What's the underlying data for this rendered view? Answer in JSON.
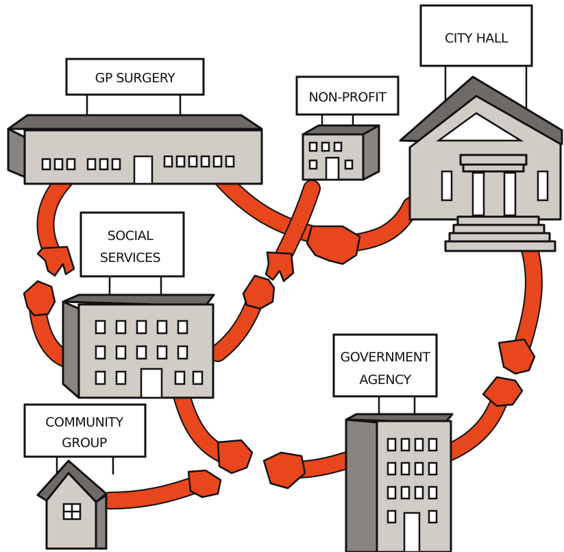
{
  "nodes": {
    "gp_surgery": "GP SURGERY",
    "non_profit": "NON-PROFIT",
    "city_hall": "CITY HALL",
    "social_services": [
      "SOCIAL",
      "SERVICES"
    ],
    "government_agency": [
      "GOVERNMENT",
      "AGENCY"
    ],
    "community_group": [
      "COMMUNITY",
      "GROUP"
    ]
  },
  "colors": {
    "arm": "#e8461c",
    "building": "#d1ccc6",
    "roof": "#6f6a67"
  }
}
